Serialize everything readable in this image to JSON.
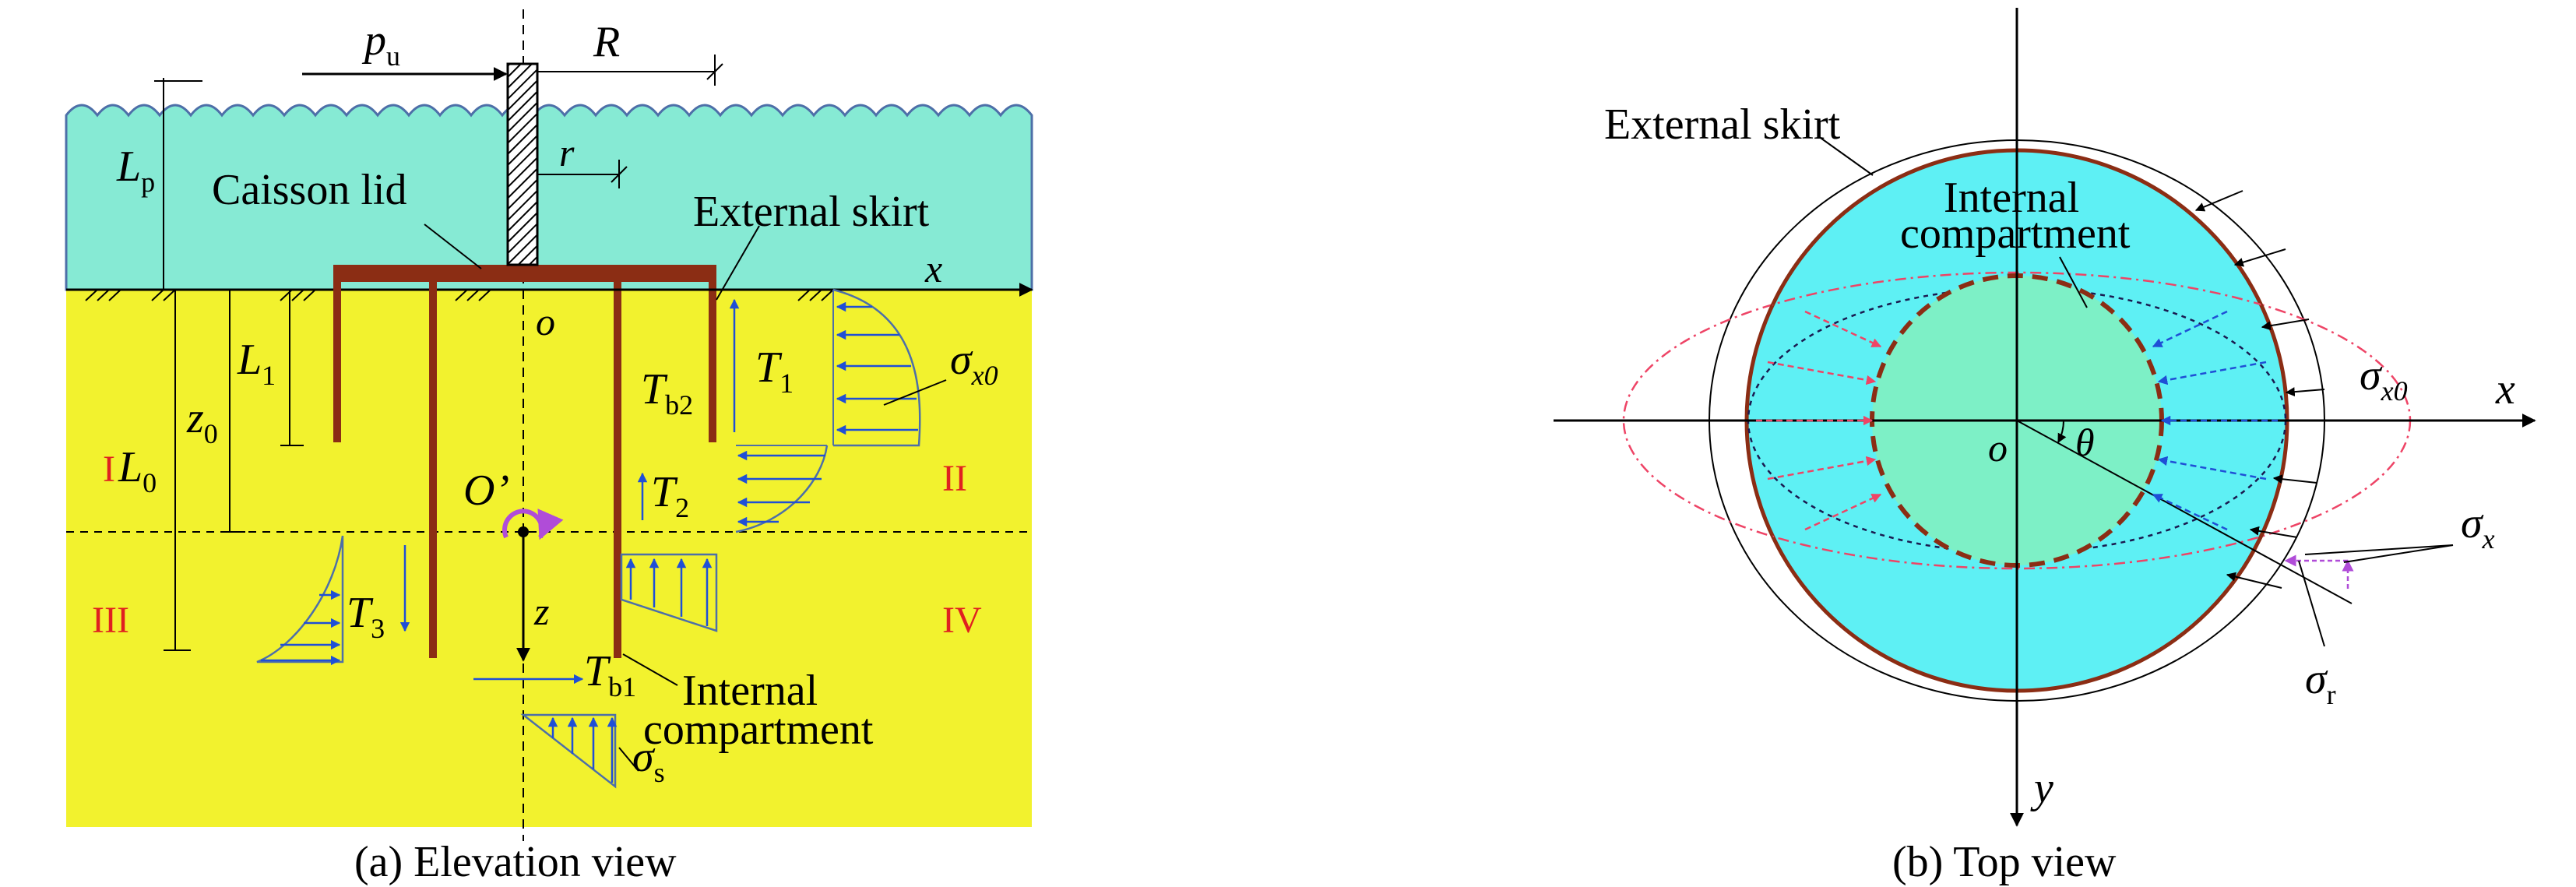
{
  "colors": {
    "water": "#86ead4",
    "soil": "#f2f22e",
    "steel": "#8b2d14",
    "arrow_blue": "#1f4fd6",
    "outline_blue": "#4d6fa8",
    "cyan": "#5ef0f4",
    "inner_green": "#7df0c6",
    "pink": "#ee4466",
    "purple": "#b04cd8",
    "region_red": "#e02020"
  },
  "panel_a": {
    "caption": "(a) Elevation view",
    "labels": {
      "pu_base": "p",
      "pu_sub": "u",
      "R": "R",
      "r": "r",
      "Lp_base": "L",
      "Lp_sub": "p",
      "L1_base": "L",
      "L1_sub": "1",
      "z0_base": "z",
      "z0_sub": "0",
      "L0_base": "L",
      "L0_sub": "0",
      "caisson_lid": "Caisson lid",
      "external_skirt": "External skirt",
      "internal_l1": "Internal",
      "internal_l2": "compartment",
      "x": "x",
      "o": "o",
      "O_prime": "O’",
      "z": "z",
      "T1_base": "T",
      "T1_sub": "1",
      "T2_base": "T",
      "T2_sub": "2",
      "T3_base": "T",
      "T3_sub": "3",
      "Tb1_base": "T",
      "Tb1_sub": "b1",
      "Tb2_base": "T",
      "Tb2_sub": "b2",
      "sx0_base": "σ",
      "sx0_sub": "x0",
      "ss_base": "σ",
      "ss_sub": "s",
      "region_I": "I",
      "region_II": "II",
      "region_III": "III",
      "region_IV": "IV"
    }
  },
  "panel_b": {
    "caption": "(b) Top view",
    "labels": {
      "external_skirt": "External skirt",
      "internal_l1": "Internal",
      "internal_l2": "compartment",
      "x": "x",
      "y": "y",
      "o": "o",
      "theta": "θ",
      "sx0_base": "σ",
      "sx0_sub": "x0",
      "sx_base": "σ",
      "sx_sub": "x",
      "sr_base": "σ",
      "sr_sub": "r"
    }
  }
}
